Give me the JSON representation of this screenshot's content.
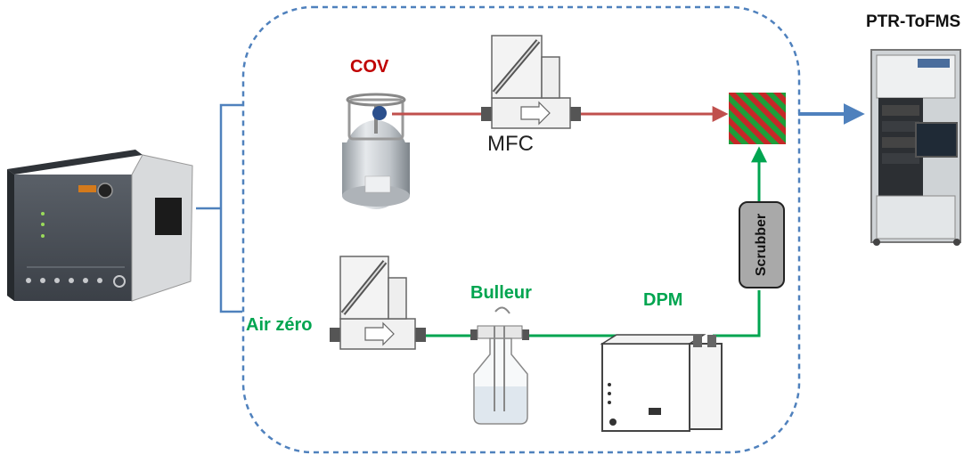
{
  "labels": {
    "title": "PTR-ToFMS",
    "cov": "COV",
    "mfc": "MFC",
    "bulleur": "Bulleur",
    "dpm": "DPM",
    "air_zero": "Air zéro",
    "scrubber": "Scrubber"
  },
  "colors": {
    "cov_line": "#c0504d",
    "zero_air_line": "#00a550",
    "text_red": "#c00000",
    "text_green": "#00a550",
    "dashed_border": "#4f81bd",
    "brace": "#4f81bd",
    "output_arrow": "#4f81bd",
    "scrubber_fill": "#a9a9a9"
  },
  "icons": [
    "zero-air-generator-icon",
    "gas-canister-icon",
    "mass-flow-controller-icon",
    "bubbler-flask-icon",
    "dew-point-monitor-icon",
    "mixing-point-icon",
    "ptr-tofms-instrument-icon"
  ]
}
